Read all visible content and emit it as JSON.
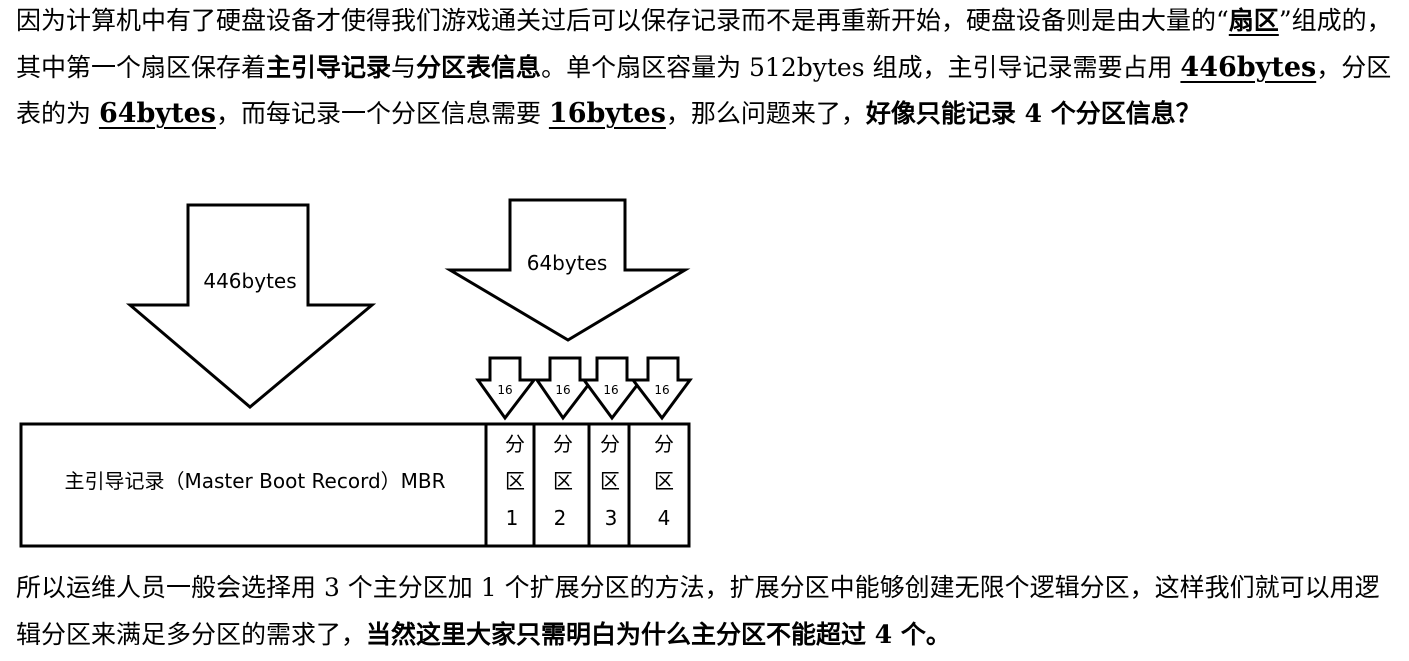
{
  "paragraph1": {
    "t1": "因为计算机中有了硬盘设备才使得我们游戏通关过后可以保存记录而不是再重新开始，硬盘设备则是由大量的“",
    "sector": "扇区",
    "t2": "”组成的，其中第一个扇区保存着",
    "mbr": "主引导记录",
    "t3": "与",
    "pt": "分区表信息",
    "t4": "。单个扇区容量为 512bytes 组成，主引导记录需要占用 ",
    "b446": "446bytes",
    "t5": "，分区表的为 ",
    "b64": "64bytes",
    "t6": "，而每记录一个分区信息需要 ",
    "b16": "16bytes",
    "t7": "，那么问题来了，",
    "bold_end": "好像只能记录 4 个分区信息？"
  },
  "diagram": {
    "arrow_mbr_label": "446bytes",
    "arrow_table_label": "64bytes",
    "small_arrow_label": "16",
    "mbr_box_label": "主引导记录（Master Boot Record）MBR",
    "partitions": [
      {
        "c1": "分",
        "c2": "区",
        "num": "1"
      },
      {
        "c1": "分",
        "c2": "区",
        "num": "2"
      },
      {
        "c1": "分",
        "c2": "区",
        "num": "3"
      },
      {
        "c1": "分",
        "c2": "区",
        "num": "4"
      }
    ]
  },
  "paragraph2": {
    "t1": "所以运维人员一般会选择用 3 个主分区加 1 个扩展分区的方法，扩展分区中能够创建无限个逻辑分区，这样我们就可以用逻辑分区来满足多分区的需求了，",
    "bold_end": "当然这里大家只需明白为什么主分区不能超过 4 个。"
  }
}
